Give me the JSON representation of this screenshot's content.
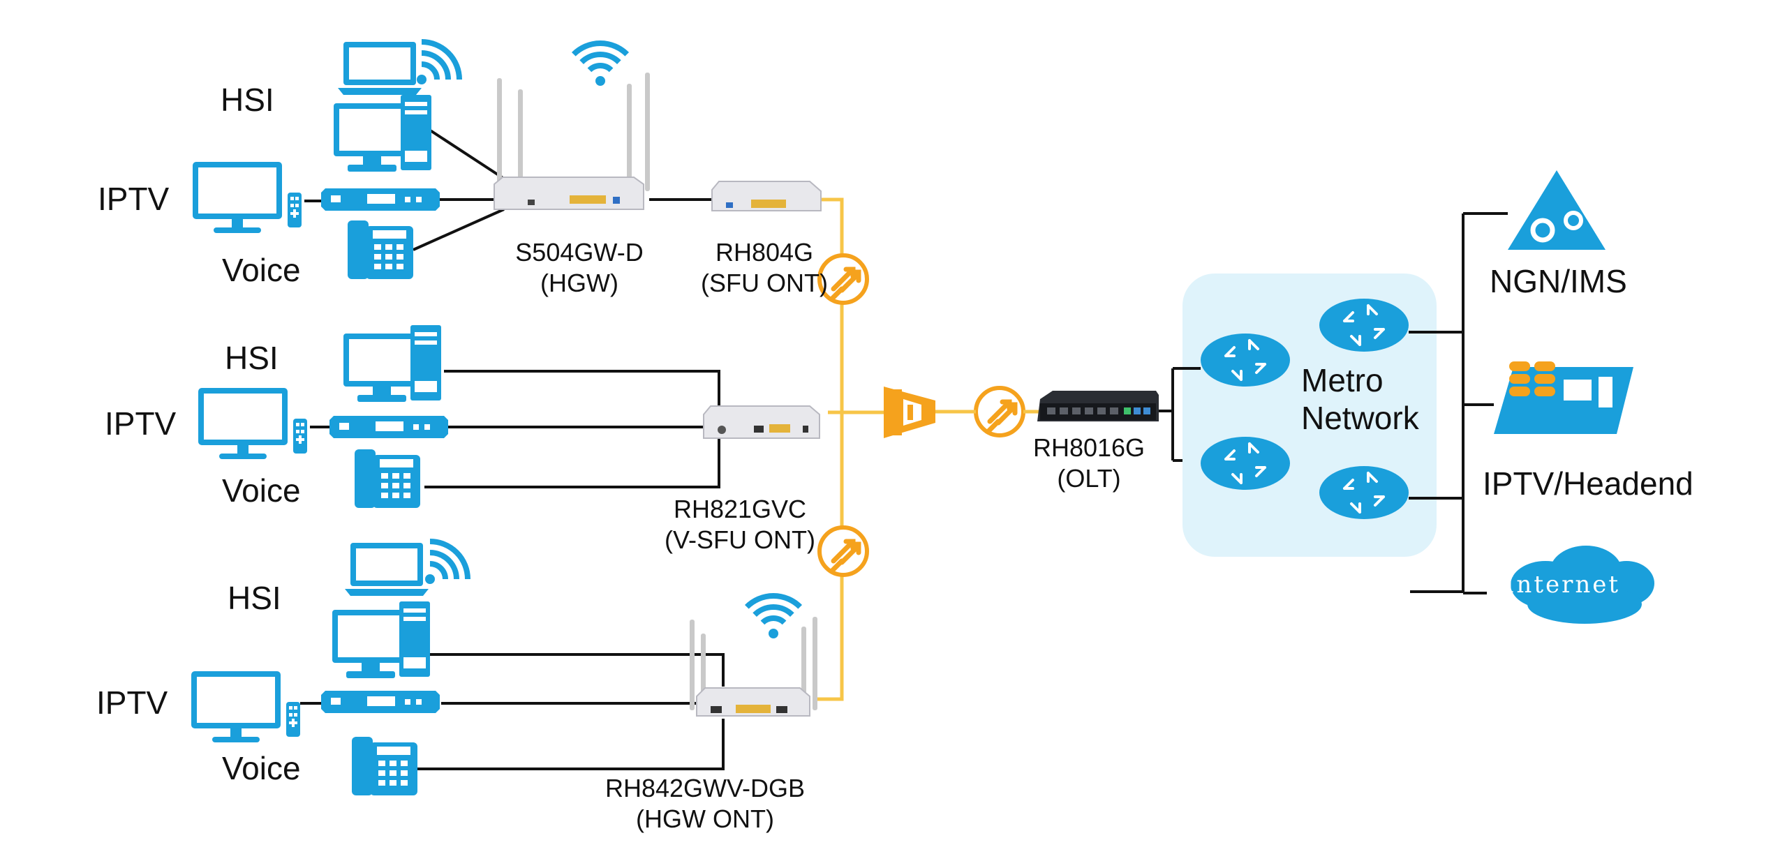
{
  "groups": [
    {
      "hsi": "HSI",
      "iptv": "IPTV",
      "voice": "Voice",
      "device_model": "S504GW-D",
      "device_role": "(HGW)",
      "ont_model": "RH804G",
      "ont_role": "(SFU ONT)"
    },
    {
      "hsi": "HSI",
      "iptv": "IPTV",
      "voice": "Voice",
      "device_model": "RH821GVC",
      "device_role": "(V-SFU ONT)"
    },
    {
      "hsi": "HSI",
      "iptv": "IPTV",
      "voice": "Voice",
      "device_model": "RH842GWV-DGB",
      "device_role": "(HGW ONT)"
    }
  ],
  "olt": {
    "model": "RH8016G",
    "role": "(OLT)"
  },
  "metro": {
    "line1": "Metro",
    "line2": "Network"
  },
  "services": {
    "ngn": "NGN/IMS",
    "iptv": "IPTV/Headend",
    "internet": "Internet"
  },
  "colors": {
    "blue": "#1a9fdb",
    "orange": "#f5a21d",
    "fiber": "#f7c548",
    "metro_bg": "#dff3fb",
    "line": "#111111"
  }
}
